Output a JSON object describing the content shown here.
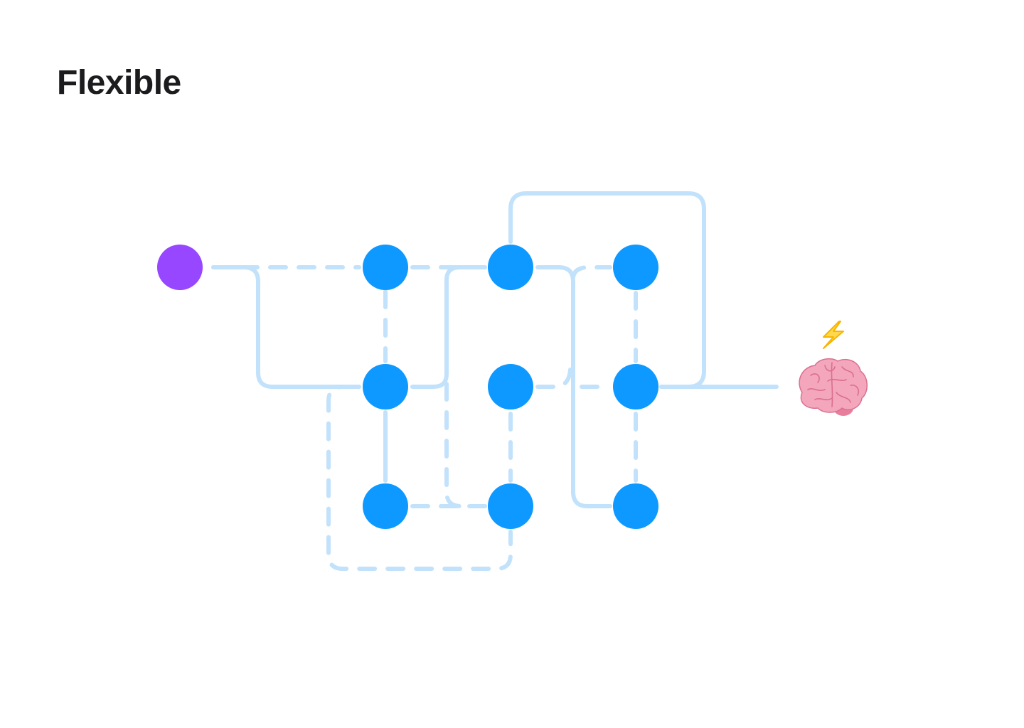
{
  "title": "Flexible",
  "colors": {
    "input_node": "#9747ff",
    "node": "#0d99ff",
    "connection": "#c2e2fb",
    "lightning": "#f7b500",
    "brain": "#f2a1b8"
  },
  "icons": {
    "output": "brain-icon",
    "spark": "lightning-icon"
  },
  "diagram": {
    "input_nodes": 1,
    "grid_columns": 3,
    "grid_rows": 3
  }
}
